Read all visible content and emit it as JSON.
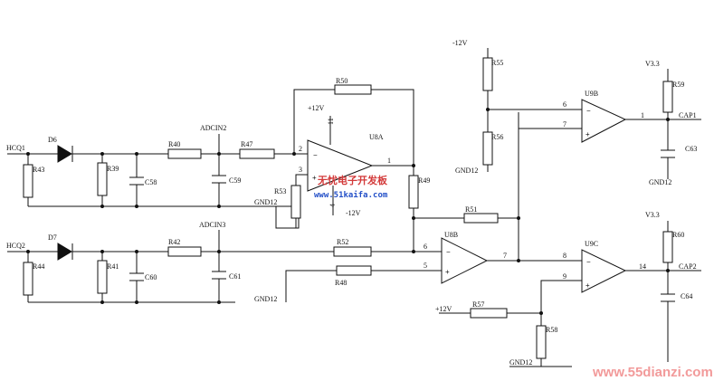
{
  "nets": {
    "hcq1": "HCQ1",
    "hcq2": "HCQ2",
    "adcin2": "ADCIN2",
    "adcin3": "ADCIN3",
    "gnd12_a": "GND12",
    "gnd12_b": "GND12",
    "gnd12_c": "GND12",
    "gnd12_d": "GND12",
    "gnd12_e": "GND12",
    "vpos_u8": "+12V",
    "vneg_u8": "-12V",
    "vneg_top": "-12V",
    "vpos_r57": "+12V",
    "v33_a": "V3.3",
    "v33_b": "V3.3",
    "cap1": "CAP1",
    "cap2": "CAP2"
  },
  "components": {
    "D6": "D6",
    "D7": "D7",
    "R39": "R39",
    "R40": "R40",
    "R41": "R41",
    "R42": "R42",
    "R43": "R43",
    "R44": "R44",
    "R47": "R47",
    "R48": "R48",
    "R49": "R49",
    "R50": "R50",
    "R51": "R51",
    "R52": "R52",
    "R53": "R53",
    "R55": "R55",
    "R56": "R56",
    "R57": "R57",
    "R58": "R58",
    "R59": "R59",
    "R60": "R60",
    "C58": "C58",
    "C59": "C59",
    "C60": "C60",
    "C61": "C61",
    "C63": "C63",
    "C64": "C64",
    "U8A": "U8A",
    "U8B": "U8B",
    "U9B": "U9B",
    "U9C": "U9C"
  },
  "pins": {
    "u8a_p2": "2",
    "u8a_p3": "3",
    "u8a_p1": "1",
    "u8a_p11": "11",
    "u8a_p4": "4",
    "u8b_p6": "6",
    "u8b_p5": "5",
    "u8b_p7": "7",
    "u9b_p6": "6",
    "u9b_p7": "7",
    "u9b_p1": "1",
    "u9c_p8": "8",
    "u9c_p9": "9",
    "u9c_p14": "14"
  },
  "watermark": {
    "cn": "无忧电子开发板",
    "url": "www.51kaifa.com",
    "site": "www.55dianzi.com"
  }
}
